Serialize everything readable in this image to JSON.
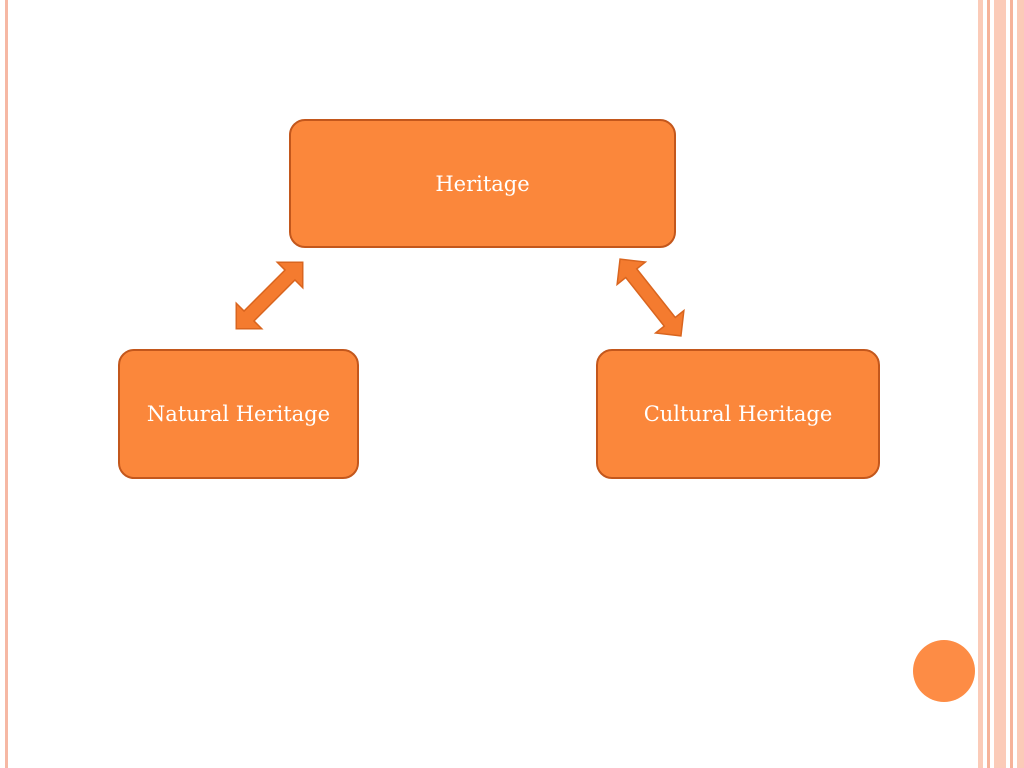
{
  "diagram": {
    "top_node": "Heritage",
    "left_node": "Natural Heritage",
    "right_node": "Cultural Heritage"
  },
  "colors": {
    "node_fill": "#fb873b",
    "node_border": "#c3571c",
    "arrow_fill": "#f47b2f",
    "circle": "#fd8c45",
    "border_stripes": "#fbcbb8"
  }
}
